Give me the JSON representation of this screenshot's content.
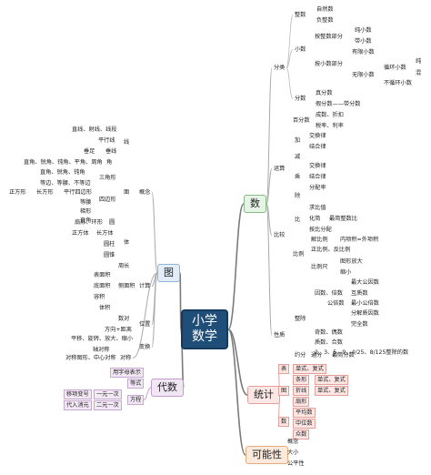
{
  "root": "小学数学",
  "branches": {
    "number": {
      "title": "数",
      "classify": {
        "title": "分类",
        "integer": {
          "title": "整数",
          "items": [
            "自然数",
            "负整数"
          ]
        },
        "decimal": {
          "title": "小数",
          "by_int_part": {
            "title": "按整数部分",
            "items": [
              "纯小数",
              "带小数"
            ]
          },
          "by_dec_part": {
            "title": "按小数部分",
            "finite": "有限小数",
            "infinite": {
              "title": "无限小数",
              "repeat": "循环小数",
              "repeat_items": [
                "纯",
                "混"
              ],
              "nonrepeat": "不循环小数"
            }
          }
        },
        "fraction": {
          "title": "分数",
          "items": [
            "真分数",
            "假分数——带分数",
            "成数、折扣",
            "税率、利率"
          ]
        },
        "percent": "百分数"
      },
      "operation": {
        "title": "运算",
        "add": {
          "title": "加",
          "items": [
            "交换律",
            "结合律"
          ]
        },
        "sub": "减",
        "mul": {
          "title": "乘",
          "items": [
            "交换律",
            "结合律",
            "分配率"
          ]
        },
        "div": "除"
      },
      "compare": {
        "title": "比较",
        "ratio": {
          "title": "比",
          "items": [
            "求比值",
            "化简",
            "最简整数比",
            "按比分配"
          ]
        },
        "proportion": {
          "title": "比例",
          "items": [
            "解比例",
            "内项积=外项积",
            "正比例、反比例",
            "比例尺",
            "图形放大",
            "缩小"
          ]
        }
      },
      "property": {
        "title": "性质",
        "divisible": {
          "title": "整除",
          "items": [
            "因数、倍数",
            "最大公因数",
            "互质数",
            "公倍数",
            "最小公倍数",
            "分解质因数",
            "完全数",
            "奇数、偶数",
            "质数、合数",
            "2、3、5、9、4/25、8/125整除的数"
          ]
        },
        "approx": {
          "title": "约分",
          "items": [
            "通分",
            "最简分数"
          ]
        }
      }
    },
    "geometry": {
      "title": "图",
      "concept": {
        "title": "概念",
        "line": {
          "title": "线",
          "items": [
            "直线、射线、线段",
            "平行线",
            "垂线",
            "垂足"
          ]
        },
        "surface": {
          "title": "面",
          "angle": {
            "title": "角",
            "items": [
              "直角、锐角、钝角、平角、周角"
            ]
          },
          "triangle": {
            "title": "三角形",
            "items": [
              "直角、锐角、钝角",
              "等边、等腰、不等边"
            ]
          },
          "quad": {
            "title": "四边形",
            "items": [
              "平行四边形",
              "长方形",
              "正方形",
              "等腰",
              "梯形",
              "直角"
            ]
          },
          "circle": {
            "title": "圆",
            "items": [
              "扇形、环形"
            ]
          }
        },
        "solid": {
          "title": "体",
          "items": [
            "正方体",
            "长方体",
            "圆柱",
            "圆锥"
          ]
        }
      },
      "calc": {
        "title": "计算",
        "items": [
          "周长",
          "表面积",
          "侧面积",
          "底面积",
          "容积",
          "体积"
        ]
      },
      "position": {
        "title": "位置",
        "items": [
          "数对",
          "方向+距离"
        ]
      },
      "transform": {
        "title": "变换",
        "items": [
          "平移、旋转、放大、缩小",
          "轴对称"
        ]
      },
      "symmetry": {
        "title": "对称",
        "items": [
          "对称图形、中心对称"
        ]
      }
    },
    "algebra": {
      "title": "代数",
      "letters": "用字母表示",
      "equation": "等式",
      "equations": {
        "title": "方程",
        "items": [
          "一元一次",
          "二元一次",
          "移项变号",
          "代入消元"
        ]
      }
    },
    "statistics": {
      "title": "统计",
      "table": {
        "title": "表",
        "items": [
          "单式、复式"
        ]
      },
      "chart": {
        "title": "图",
        "items": [
          {
            "name": "条形",
            "sub": "单式、复式"
          },
          {
            "name": "折线",
            "sub": "单式、复式"
          },
          {
            "name": "扇形"
          }
        ]
      },
      "numbers": {
        "title": "数",
        "items": [
          "平均数",
          "中位数",
          "众数"
        ]
      }
    },
    "possibility": {
      "title": "可能性",
      "items": [
        "概念",
        "大小",
        "公平性"
      ]
    }
  }
}
